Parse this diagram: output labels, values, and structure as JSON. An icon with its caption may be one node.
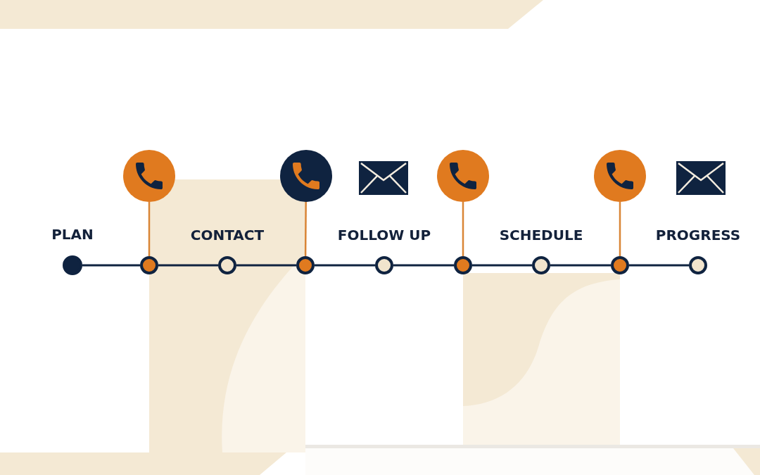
{
  "diagram": {
    "nodes": [
      {
        "text": [],
        "shape": "circle"
      },
      {
        "text": [],
        "shape": "circle"
      },
      {
        "text": [],
        "shape": "circle"
      },
      {
        "text": [],
        "shape": "circle"
      },
      {
        "text": [],
        "shape": "circle",
        "beside": [
          "PLAN"
        ]
      },
      {
        "text": [],
        "shape": "circle"
      },
      {
        "text": [],
        "shape": "circle",
        "beside": [
          "CONTACT"
        ]
      },
      {
        "text": [],
        "shape": "circle"
      },
      {
        "text": [],
        "shape": "circle",
        "beside": [
          "FOLLOW UP"
        ]
      },
      {
        "text": [],
        "shape": "circle"
      },
      {
        "text": [],
        "shape": "circle",
        "beside": [
          "SCHEDULE"
        ]
      },
      {
        "text": [],
        "shape": "circle"
      },
      {
        "text": [],
        "shape": "circle",
        "beside": [
          "PROGRESS"
        ]
      }
    ],
    "edges": [
      {
        "from": 4,
        "to": 5,
        "arrow": "none"
      },
      {
        "from": 5,
        "to": 6,
        "arrow": "none"
      },
      {
        "from": 6,
        "to": 7,
        "arrow": "none"
      },
      {
        "from": 7,
        "to": 8,
        "arrow": "none"
      },
      {
        "from": 8,
        "to": 9,
        "arrow": "none"
      },
      {
        "from": 9,
        "to": 10,
        "arrow": "none"
      },
      {
        "from": 10,
        "to": 11,
        "arrow": "none"
      },
      {
        "from": 11,
        "to": 12,
        "arrow": "none"
      },
      {
        "from": 0,
        "to": 5,
        "arrow": "none",
        "color": "#d98536"
      },
      {
        "from": 1,
        "to": 7,
        "arrow": "none",
        "color": "#d98536"
      },
      {
        "from": 2,
        "to": 9,
        "arrow": "none",
        "color": "#d98536"
      },
      {
        "from": 3,
        "to": 11,
        "arrow": "none",
        "color": "#d98536"
      }
    ]
  }
}
